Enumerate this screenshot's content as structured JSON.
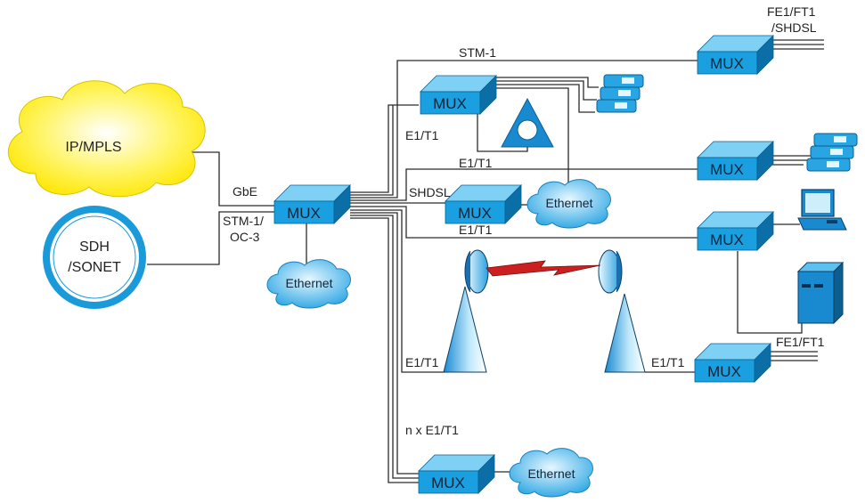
{
  "clouds": {
    "ip_mpls": "IP/MPLS",
    "ethernet": "Ethernet"
  },
  "sdh": {
    "line1": "SDH",
    "line2": "/SONET"
  },
  "mux_label": "MUX",
  "links": {
    "gbe": "GbE",
    "stm1": "STM-1/",
    "oc3": "OC-3",
    "stm1_top": "STM-1",
    "e1t1": "E1/T1",
    "shdsl": "SHDSL",
    "n_e1t1": "n x E1/T1",
    "fe1ft1": "FE1/FT1",
    "fe1ft1_top": "FE1/FT1",
    "shdsl_top": "/SHDSL"
  },
  "colors": {
    "mux_top": "#7fd0f5",
    "mux_front": "#1aa0e0",
    "mux_side": "#0b6ea6",
    "cloud_yellow": "#ffee00",
    "sdh_ring": "#1a9ad8",
    "radio_link": "#cc2020"
  }
}
